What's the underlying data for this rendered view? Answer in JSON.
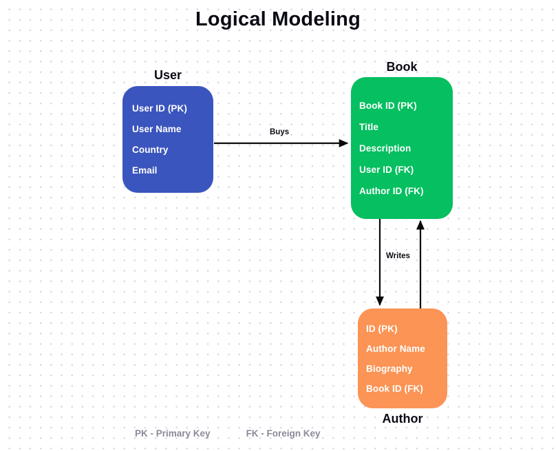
{
  "diagram": {
    "title": "Logical Modeling",
    "entities": [
      {
        "id": "user",
        "label": "User",
        "color": "#3b55be",
        "fields": [
          "User ID (PK)",
          "User Name",
          "Country",
          " Email"
        ]
      },
      {
        "id": "book",
        "label": "Book",
        "color": "#05bf60",
        "fields": [
          "Book ID (PK)",
          "Title",
          "Description",
          "User ID (FK)",
          "Author ID (FK)"
        ]
      },
      {
        "id": "author",
        "label": "Author",
        "color": "#fb9455",
        "fields": [
          "ID (PK)",
          "Author Name",
          "Biography",
          "Book ID (FK)"
        ]
      }
    ],
    "relationships": [
      {
        "id": "buys",
        "label": "Buys",
        "from": "user",
        "to": "book",
        "direction": "right"
      },
      {
        "id": "writes",
        "label": "Writes",
        "from": "book",
        "to": "author",
        "direction": "both"
      }
    ],
    "legend": [
      {
        "id": "pk",
        "text": "PK - Primary Key"
      },
      {
        "id": "fk",
        "text": "FK - Foreign Key"
      }
    ]
  }
}
